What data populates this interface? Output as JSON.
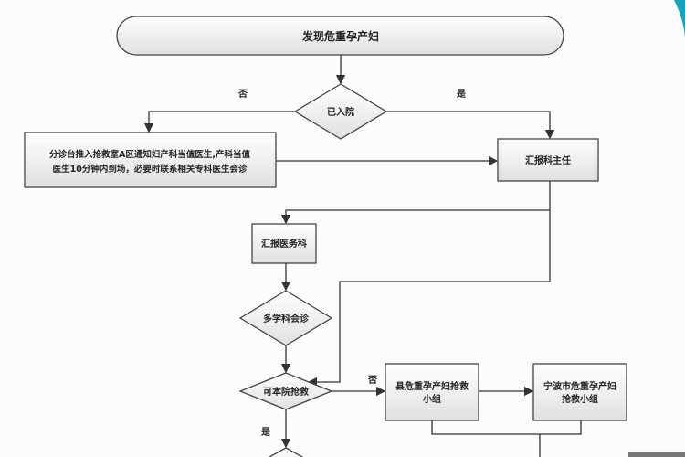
{
  "colors": {
    "line": "#333333",
    "box_fill_top": "#ffffff",
    "box_fill_bottom": "#e2e2e2",
    "accent": "#1aa3b8"
  },
  "nodes": {
    "start": "发现危重孕产妇",
    "admitted": "已入院",
    "triage": [
      "分诊台推入抢救室A区通知妇产科当值医生,产科当值",
      "医生10分钟内到场，必要时联系相关专科医生会诊"
    ],
    "report_director": "汇报科主任",
    "report_medical": "汇报医务科",
    "mdt": "多学科会诊",
    "can_rescue": "可本院抢救",
    "county_team": [
      "县危重孕产妇抢救",
      "小组"
    ],
    "ningbo_team": [
      "宁波市危重孕产妇",
      "抢救小组"
    ]
  },
  "labels": {
    "no": "否",
    "yes": "是"
  }
}
